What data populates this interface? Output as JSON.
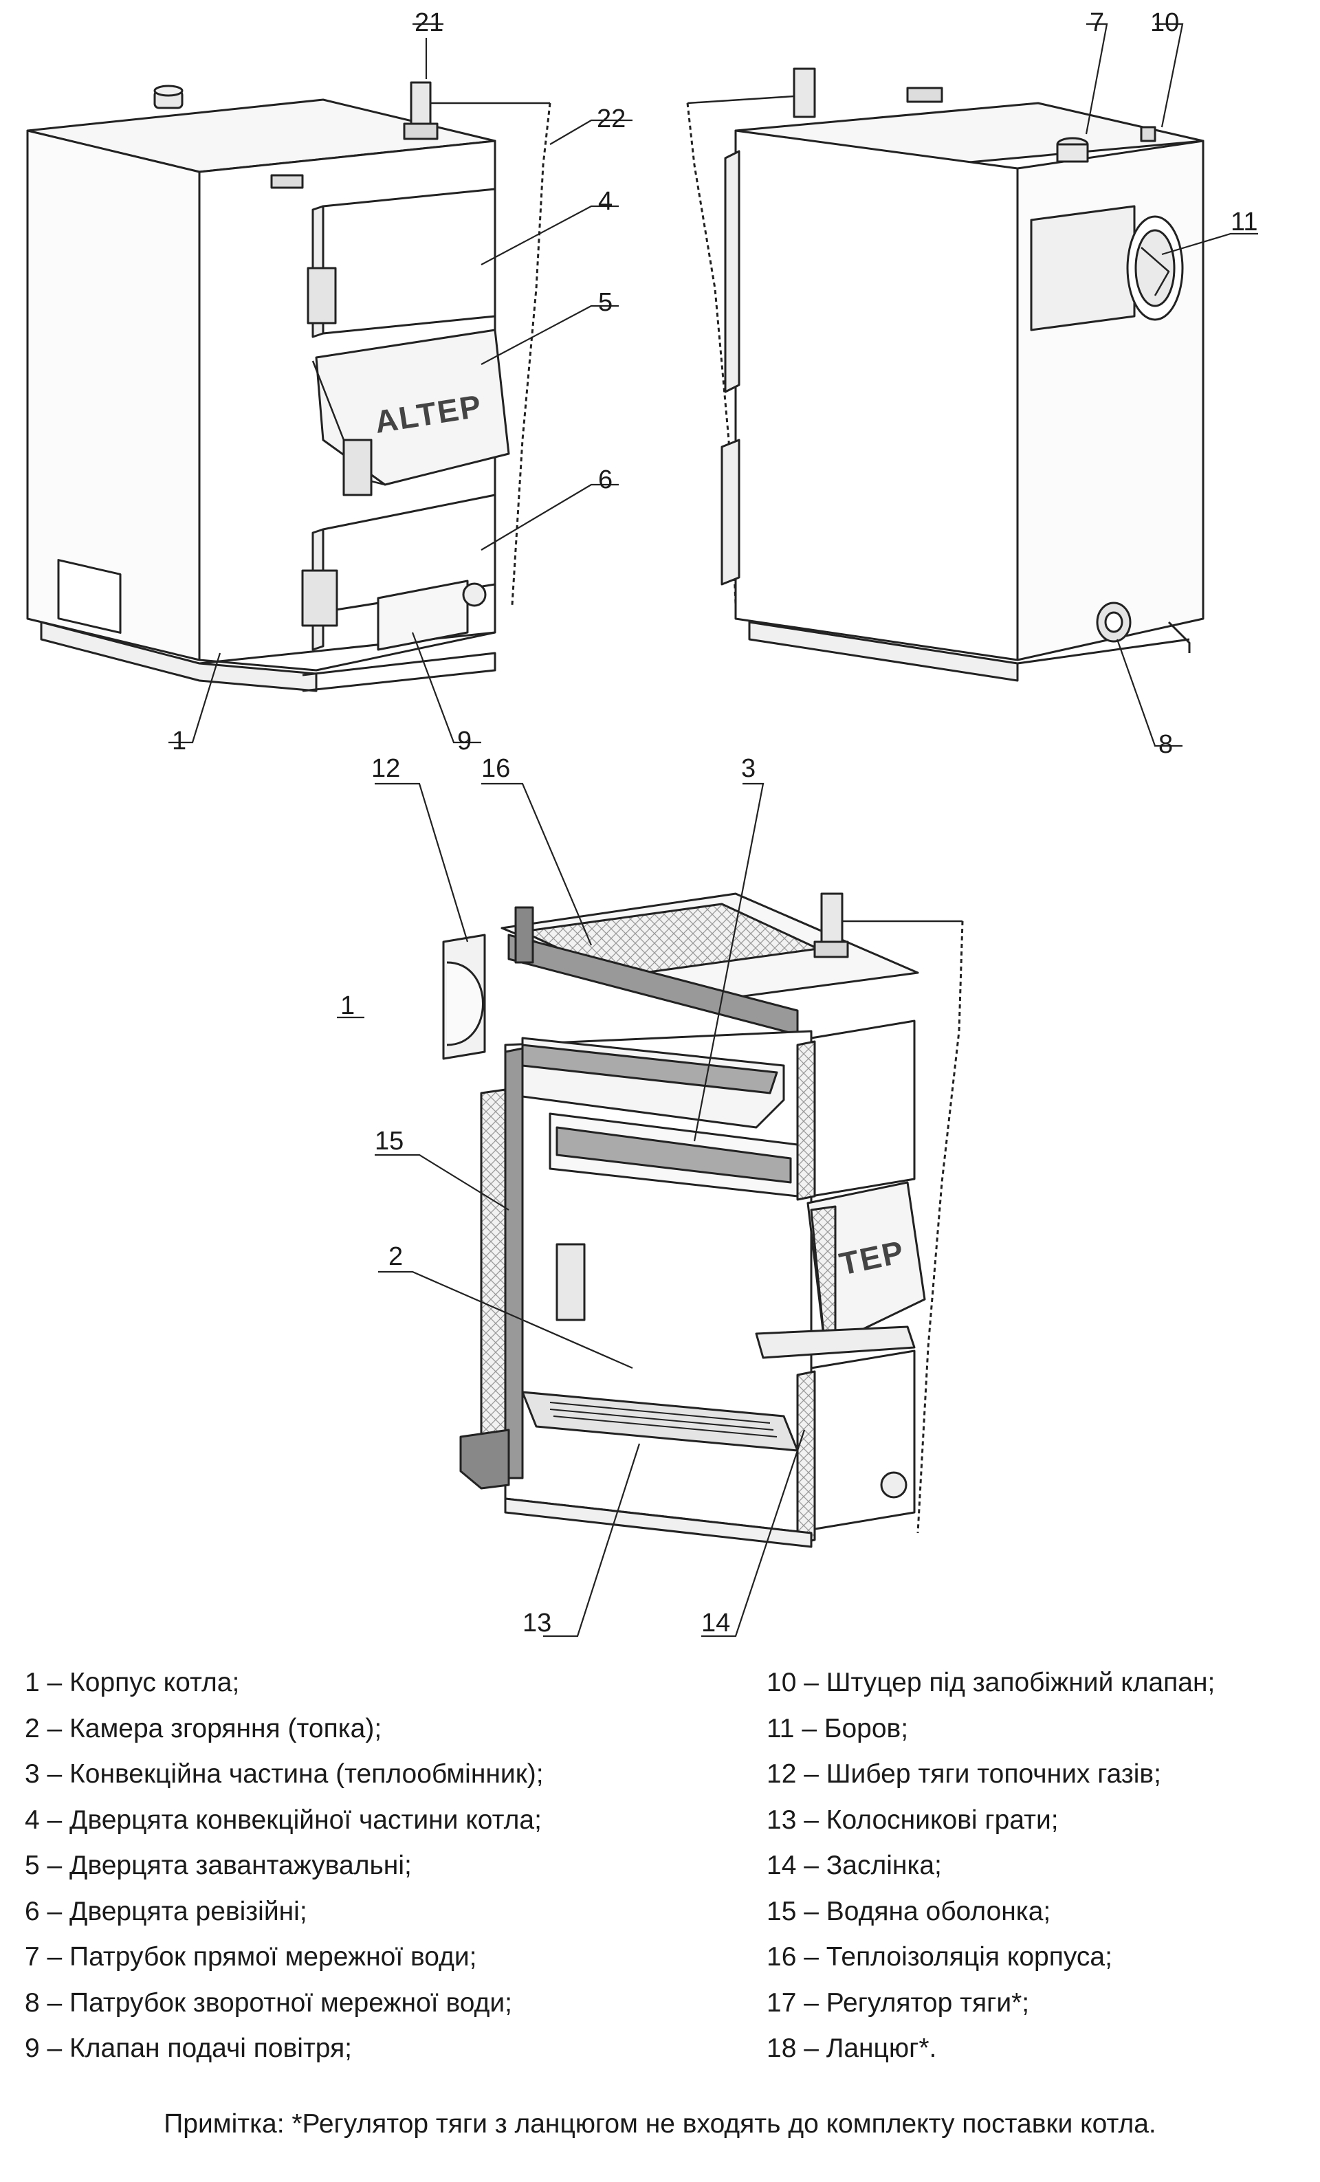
{
  "callouts": {
    "c1": "1",
    "c1b": "1",
    "c2": "2",
    "c3": "3",
    "c4": "4",
    "c5": "5",
    "c6": "6",
    "c7": "7",
    "c8": "8",
    "c9": "9",
    "c10": "10",
    "c11": "11",
    "c12": "12",
    "c13": "13",
    "c14": "14",
    "c15": "15",
    "c16": "16",
    "c21": "21",
    "c22": "22"
  },
  "brand": {
    "front": "ALTEP",
    "cut": "TEP"
  },
  "legend": {
    "left": [
      "1 – Корпус котла;",
      "2 – Камера згоряння (топка);",
      "3 – Конвекційна частина (теплообмінник);",
      "4 – Дверцята конвекційної частини котла;",
      "5 – Дверцята завантажувальні;",
      "6 – Дверцята ревізійні;",
      "7 – Патрубок прямої мережної води;",
      "8 – Патрубок зворотної мережної води;",
      "9 – Клапан подачі повітря;"
    ],
    "right": [
      "10 – Штуцер під запобіжний клапан;",
      "11 – Боров;",
      "12 – Шибер тяги топочних газів;",
      "13 – Колосникові грати;",
      "14 – Заслінка;",
      "15 – Водяна оболонка;",
      "16 – Теплоізоляція корпуса;",
      "17 – Регулятор тяги*;",
      "18 – Ланцюг*."
    ]
  },
  "note": "Примітка: *Регулятор тяги з ланцюгом не входять до комплекту поставки котла."
}
